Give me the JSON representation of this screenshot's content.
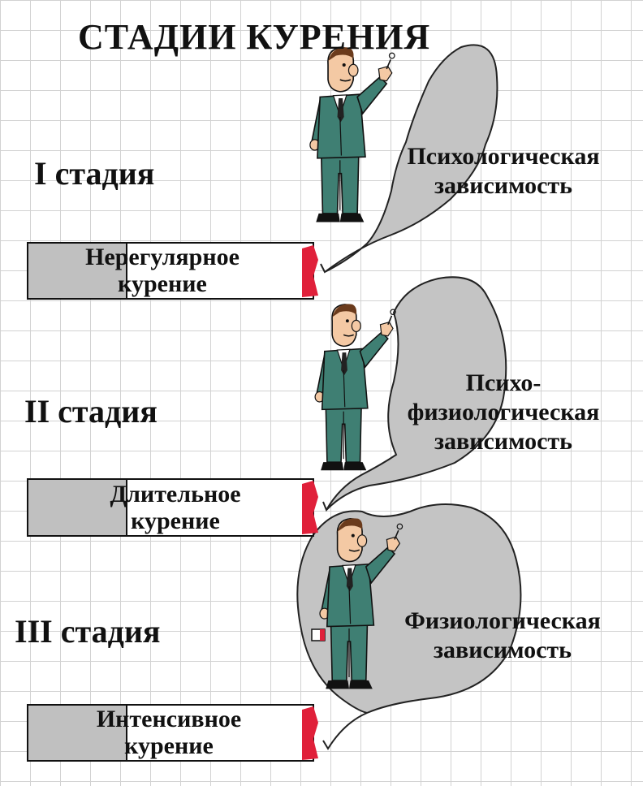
{
  "title": "СТАДИИ КУРЕНИЯ",
  "stages": [
    {
      "label": "I стадия",
      "cigarette_lines": [
        "Нерегулярное",
        "курение"
      ],
      "dependency_lines": [
        "Психологическая",
        "зависимость"
      ]
    },
    {
      "label": "II стадия",
      "cigarette_lines": [
        "Длительное",
        "курение"
      ],
      "dependency_lines": [
        "Психо-",
        "физиологическая",
        "зависимость"
      ]
    },
    {
      "label": "III стадия",
      "cigarette_lines": [
        "Интенсивное",
        "курение"
      ],
      "dependency_lines": [
        "Физиологическая",
        "зависимость"
      ]
    }
  ],
  "colors": {
    "smoke": "#c4c4c4",
    "suit": "#3f7f73",
    "ember": "#e0203a",
    "filter": "#c0c0c0",
    "grid": "#d2d2d2"
  }
}
